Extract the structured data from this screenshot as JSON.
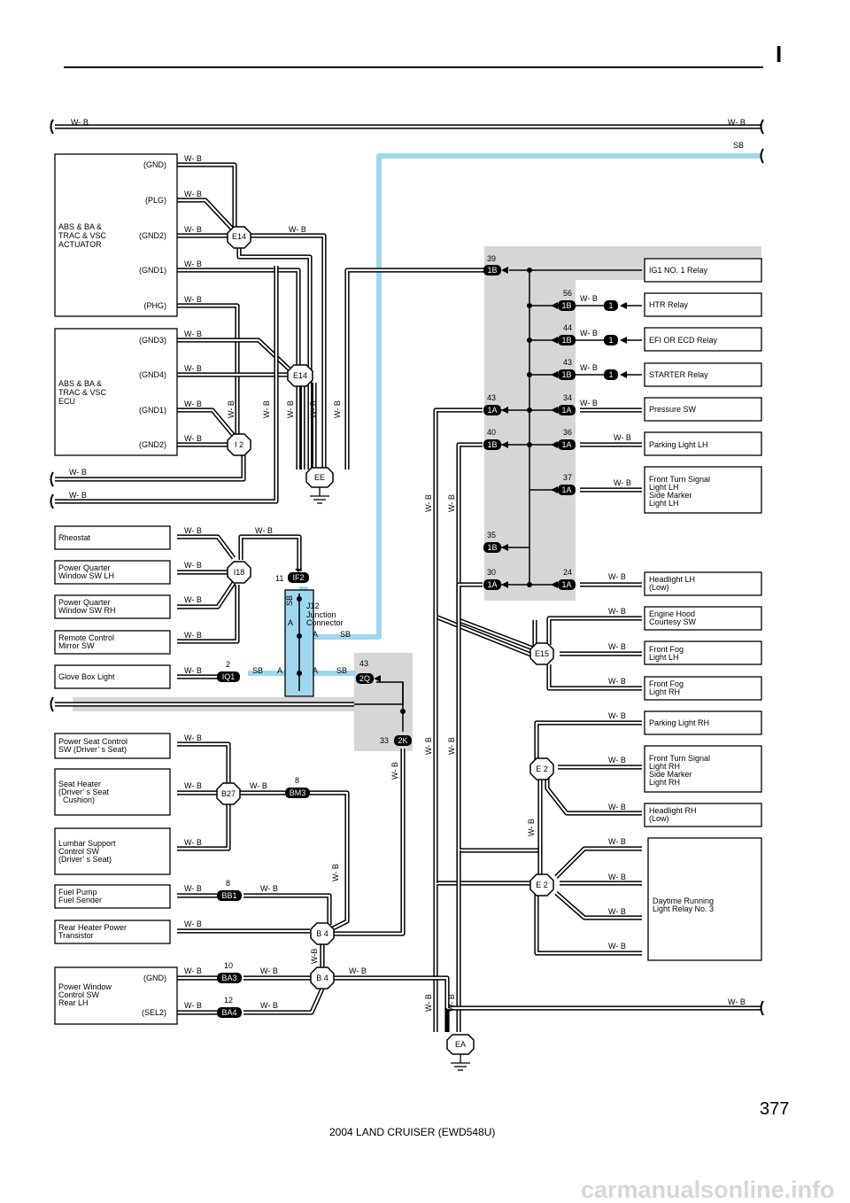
{
  "header": {
    "section_letter": "I"
  },
  "footer": {
    "page_number": "377",
    "doc_title": "2004 LAND CRUISER (EWD548U)",
    "watermark": "carmanualsonline.info"
  },
  "wire_labels": {
    "wb": "W- B",
    "wb2": "W-B",
    "sb": "SB",
    "pin_a": "A"
  },
  "components": {
    "abs_actuator": {
      "name": "ABS & BA & TRAC & VSC ACTUATOR",
      "lines": [
        "ABS & BA &",
        "TRAC & VSC",
        "ACTUATOR"
      ],
      "pins": [
        "(GND)",
        "(PLG)",
        "(GND2)",
        "(GND1)",
        "(PHG)"
      ]
    },
    "abs_ecu": {
      "name": "ABS & BA & TRAC & VSC ECU",
      "lines": [
        "ABS & BA &",
        "TRAC & VSC",
        "ECU"
      ],
      "pins": [
        "(GND3)",
        "(GND4)",
        "(GND1)",
        "(GND2)"
      ]
    },
    "rheostat": "Rheostat",
    "pq_lh": [
      "Power Quarter",
      "Window SW LH"
    ],
    "pq_rh": [
      "Power Quarter",
      "Window SW RH"
    ],
    "remote_mirror": [
      "Remote Control",
      "Mirror SW"
    ],
    "glove_box": "Glove Box Light",
    "j12": [
      "J12",
      "Junction",
      "Connector"
    ],
    "power_seat": [
      "Power Seat Control",
      "SW (Driver’ s Seat)"
    ],
    "seat_heater": [
      "Seat Heater",
      "(Driver’ s Seat",
      "  Cushion)"
    ],
    "lumbar": [
      "Lumbar Support",
      "Control SW",
      "(Driver’ s Seat)"
    ],
    "fuel_pump": [
      "Fuel Pump",
      "Fuel Sender"
    ],
    "rear_heater": [
      "Rear Heater Power",
      "Transistor"
    ],
    "power_window": {
      "lines": [
        "Power Window",
        "Control SW",
        "Rear LH"
      ],
      "pins": [
        "(GND)",
        "(SEL2)"
      ]
    },
    "right_side": [
      [
        "IG1 NO. 1 Relay"
      ],
      [
        "HTR Relay"
      ],
      [
        "EFI OR ECD Relay"
      ],
      [
        "STARTER Relay"
      ],
      [
        "Pressure SW"
      ],
      [
        "Parking Light LH"
      ],
      [
        "Front Turn Signal",
        "Light LH",
        "Side Marker",
        "Light LH"
      ],
      [
        "Headlight LH",
        "(Low)"
      ],
      [
        "Engine Hood",
        "Courtesy SW"
      ],
      [
        "Front Fog",
        "Light LH"
      ],
      [
        "Front Fog",
        "Light RH"
      ],
      [
        "Parking Light RH"
      ],
      [
        "Front Turn Signal",
        "Light RH",
        "Side Marker",
        "Light RH"
      ],
      [
        "Headlight RH",
        "(Low)"
      ],
      [
        "Daytime Running",
        "Light Relay No. 3"
      ]
    ]
  },
  "junctions": [
    "E14",
    "E14",
    "I 2",
    "I18",
    "B27",
    "B 4",
    "B 4",
    "E15",
    "E 2",
    "E 2"
  ],
  "grounds": [
    "EE",
    "EA"
  ],
  "connectors": {
    "c1b_39": {
      "pin": "39",
      "id": "1B"
    },
    "c1b_56": {
      "pin": "56",
      "id": "1B"
    },
    "c1b_44": {
      "pin": "44",
      "id": "1B"
    },
    "c1b_43": {
      "pin": "43",
      "id": "1B"
    },
    "c1a_43": {
      "pin": "43",
      "id": "1A"
    },
    "c1a_34": {
      "pin": "34",
      "id": "1A"
    },
    "c1b_40": {
      "pin": "40",
      "id": "1B"
    },
    "c1a_36": {
      "pin": "36",
      "id": "1A"
    },
    "c1a_37": {
      "pin": "37",
      "id": "1A"
    },
    "c1b_35": {
      "pin": "35",
      "id": "1B"
    },
    "c1a_30": {
      "pin": "30",
      "id": "1A"
    },
    "c1a_24": {
      "pin": "24",
      "id": "1A"
    },
    "relay_pin": "1",
    "if2": {
      "pin": "11",
      "id": "IF2"
    },
    "iq1": {
      "pin": "2",
      "id": "IQ1"
    },
    "c2q": {
      "pin": "43",
      "id": "2Q"
    },
    "c2k": {
      "pin": "33",
      "id": "2K"
    },
    "bm3": {
      "pin": "8",
      "id": "BM3"
    },
    "bb1": {
      "pin": "8",
      "id": "BB1"
    },
    "ba3": {
      "pin": "10",
      "id": "BA3"
    },
    "ba4": {
      "pin": "12",
      "id": "BA4"
    }
  },
  "colors": {
    "sb_wire": "#9fd7ee",
    "shade": "#d6d6d6",
    "ink": "#000000"
  }
}
